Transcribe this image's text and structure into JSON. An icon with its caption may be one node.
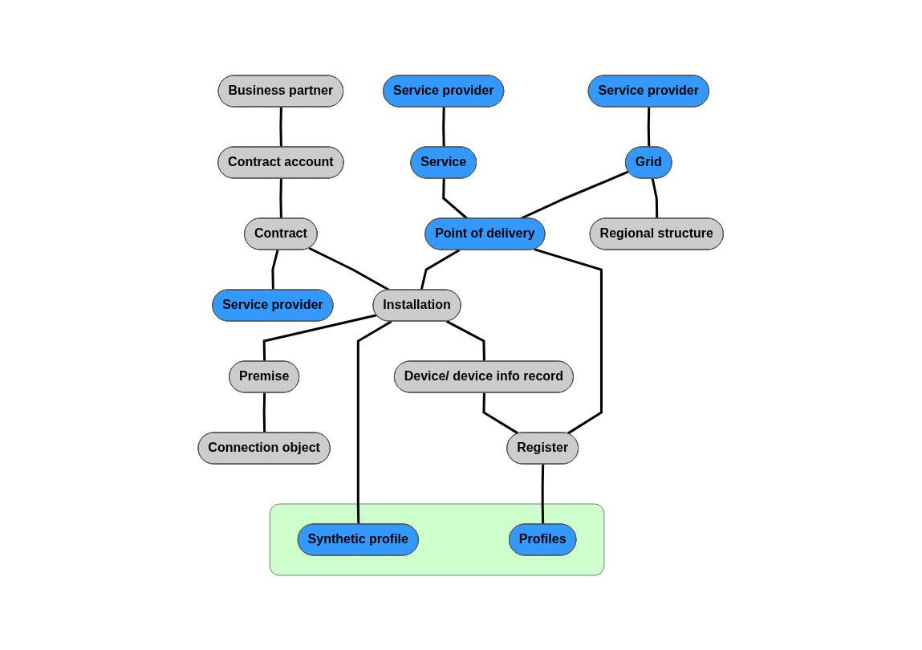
{
  "diagram": {
    "nodes": [
      {
        "text": [
          "Business partner"
        ]
      },
      {
        "text": [
          "Service provider"
        ]
      },
      {
        "text": [
          "Contract account"
        ]
      },
      {
        "text": [
          "Service provider"
        ]
      },
      {
        "text": [
          "Service provider"
        ]
      },
      {
        "text": [
          "Service"
        ]
      },
      {
        "text": [
          "Contract"
        ]
      },
      {
        "text": [
          "Grid"
        ]
      },
      {
        "text": [
          "Point of delivery"
        ]
      },
      {
        "text": [
          "Installation"
        ]
      },
      {
        "text": [
          "Premise"
        ]
      },
      {
        "text": [
          "Connection object"
        ]
      },
      {
        "text": [
          "Regional structure"
        ]
      },
      {
        "text": [
          "Device/ device info record"
        ]
      },
      {
        "text": [],
        "shape": "box"
      },
      {
        "text": [
          "Synthetic profile"
        ],
        "in": 14
      },
      {
        "text": [
          "Register"
        ]
      },
      {
        "text": [
          "Profiles"
        ],
        "in": 14
      }
    ],
    "edges": [
      {
        "from": 0,
        "to": 2,
        "arrow": "none"
      },
      {
        "from": 1,
        "to": 5,
        "arrow": "none"
      },
      {
        "from": 2,
        "to": 6,
        "arrow": "none"
      },
      {
        "from": 6,
        "to": 3,
        "arrow": "none"
      },
      {
        "from": 4,
        "to": 7,
        "arrow": "none"
      },
      {
        "from": 5,
        "to": 8,
        "arrow": "none"
      },
      {
        "from": 6,
        "to": 9,
        "arrow": "none"
      },
      {
        "from": 7,
        "to": 8,
        "arrow": "none"
      },
      {
        "from": 8,
        "to": 9,
        "arrow": "none"
      },
      {
        "from": 9,
        "to": 10,
        "arrow": "none"
      },
      {
        "from": 10,
        "to": 11,
        "arrow": "none"
      },
      {
        "from": 7,
        "to": 12,
        "arrow": "none"
      },
      {
        "from": 9,
        "to": 13,
        "arrow": "none"
      },
      {
        "from": 9,
        "to": 15,
        "arrow": "none"
      },
      {
        "from": 13,
        "to": 16,
        "arrow": "none"
      },
      {
        "from": 8,
        "to": 16,
        "arrow": "none"
      },
      {
        "from": 16,
        "to": 17,
        "arrow": "none"
      }
    ]
  }
}
